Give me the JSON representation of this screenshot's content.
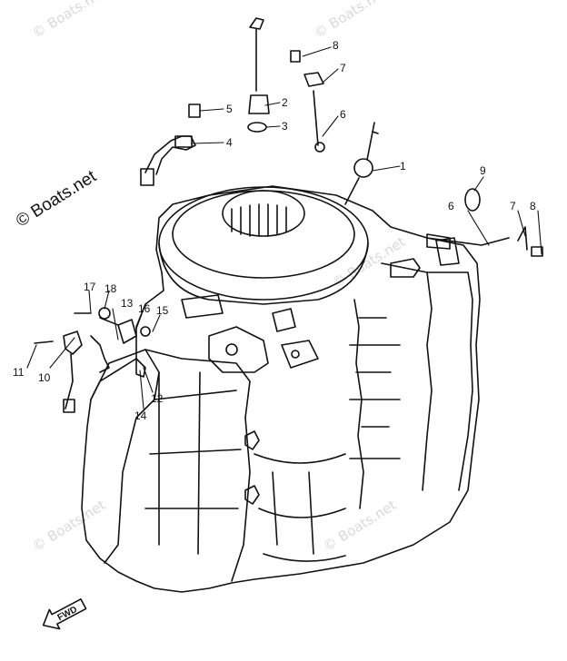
{
  "watermark": {
    "text": "© Boats.net",
    "color": "#d9d9d9"
  },
  "brand_watermark": "© Boats.net",
  "fwd_label": "FWD",
  "callouts": {
    "c1": "1",
    "c2": "2",
    "c3": "3",
    "c4": "4",
    "c5": "5",
    "c6a": "6",
    "c6b": "6",
    "c7a": "7",
    "c7b": "7",
    "c8a": "8",
    "c8b": "8",
    "c9": "9",
    "c10": "10",
    "c11": "11",
    "c12": "12",
    "c13": "13",
    "c14": "14",
    "c15": "15",
    "c16": "16",
    "c17": "17",
    "c18": "18"
  }
}
